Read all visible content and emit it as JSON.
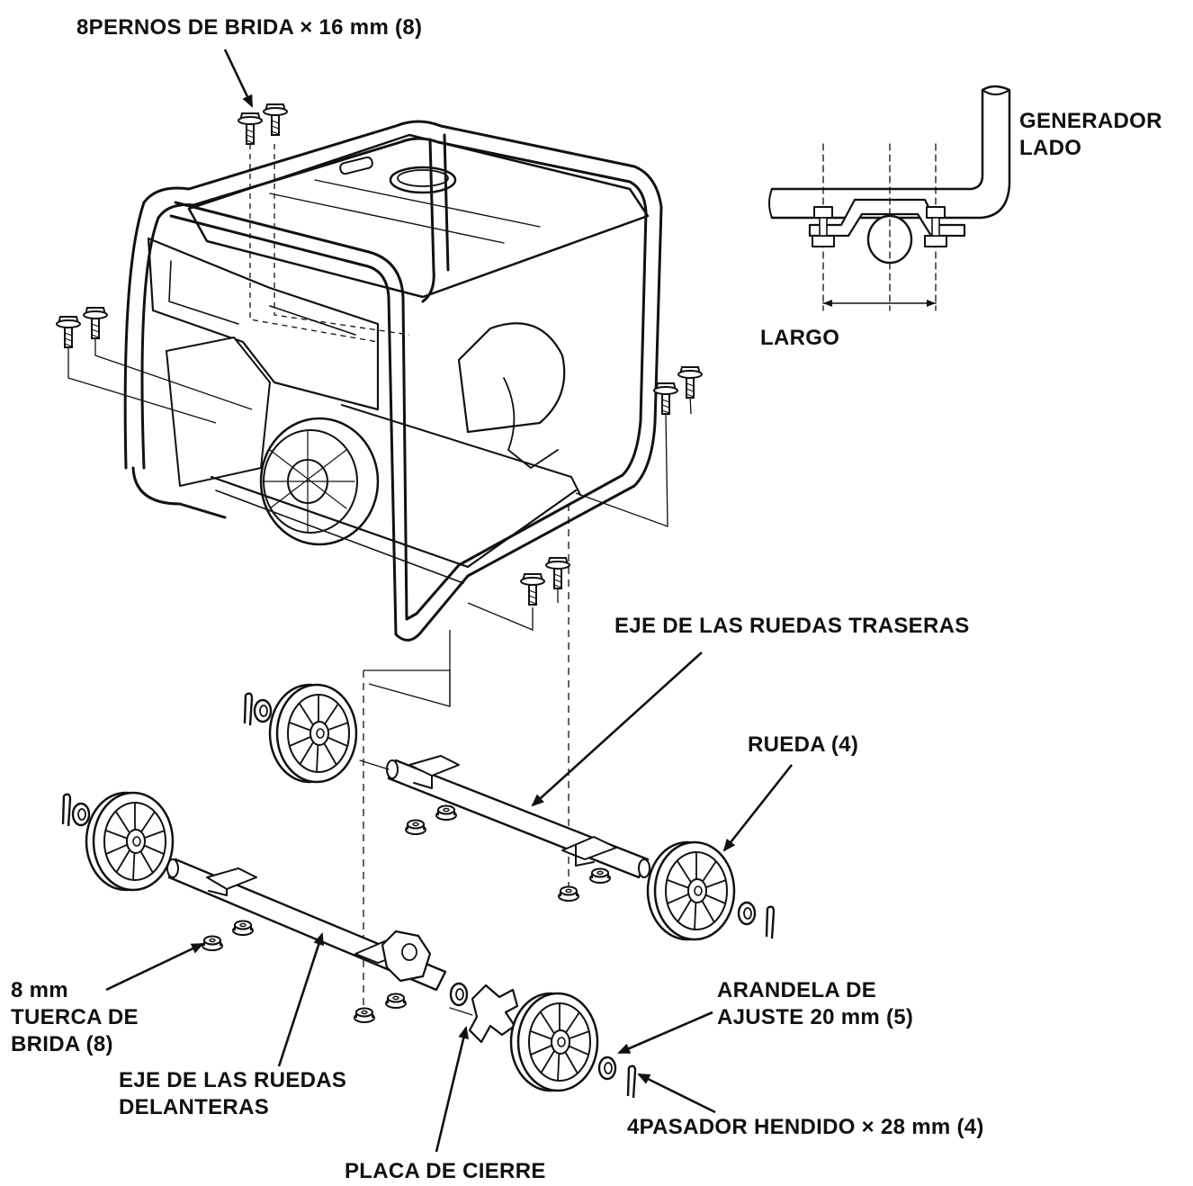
{
  "labels": {
    "flange_bolts": "8PERNOS DE BRIDA  × 16 mm (8)",
    "generator_side_line1": "GENERADOR",
    "generator_side_line2": "LADO",
    "long": "LARGO",
    "rear_axle": "EJE DE LAS RUEDAS TRASERAS",
    "wheel": "RUEDA (4)",
    "flange_nut_line1": "8 mm",
    "flange_nut_line2": "TUERCA DE",
    "flange_nut_line3": "BRIDA (8)",
    "front_axle_line1": "EJE DE LAS RUEDAS",
    "front_axle_line2": "DELANTERAS",
    "lock_plate": "PLACA DE CIERRE",
    "washer_line1": "ARANDELA DE",
    "washer_line2": "AJUSTE 20 mm (5)",
    "cotter_pin": "4PASADOR HENDIDO  × 28 mm (4)"
  },
  "colors": {
    "ink": "#111111",
    "paper": "#ffffff"
  }
}
